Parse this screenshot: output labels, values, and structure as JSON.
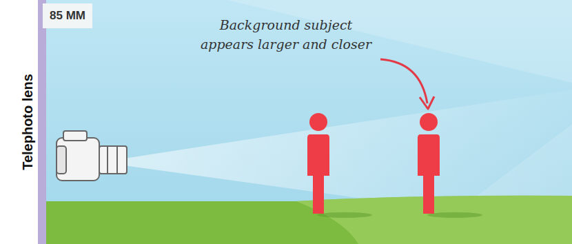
{
  "diagram": {
    "nodes": [
      {
        "text": [
          "85 MM"
        ]
      }
    ],
    "labels": [
      "Telephoto lens",
      "Background subject appears larger and closer"
    ]
  }
}
